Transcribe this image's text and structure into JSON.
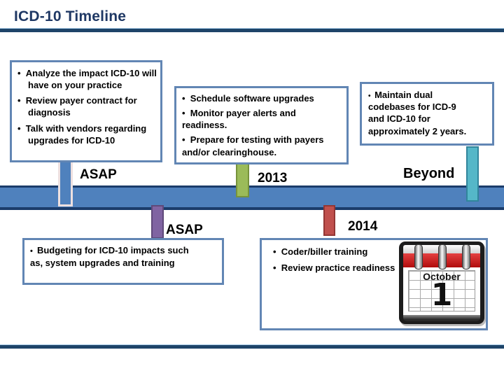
{
  "title": "ICD-10 Timeline",
  "boxes": {
    "asap_top": {
      "items": [
        "Analyze the impact ICD-10 will have on your practice",
        "Review payer contract for diagnosis",
        "Talk with vendors regarding upgrades for ICD-10"
      ]
    },
    "y2013": {
      "items": [
        "Schedule software upgrades",
        "Monitor payer alerts and readiness.",
        "Prepare for testing with payers and/or clearinghouse."
      ]
    },
    "beyond": {
      "items": [
        "Maintain dual codebases for ICD-9 and ICD-10 for approximately 2 years."
      ]
    },
    "asap_bottom": {
      "items": [
        "Budgeting for ICD-10 impacts such as, system upgrades and training"
      ]
    },
    "y2014": {
      "items": [
        "Coder/biller training",
        "Review practice readiness"
      ]
    }
  },
  "timeline": {
    "labels": {
      "asap_top": "ASAP",
      "y2013": "2013",
      "beyond": "Beyond",
      "asap_bottom": "ASAP",
      "y2014": "2014"
    }
  },
  "calendar": {
    "month": "October",
    "day": "1"
  },
  "colors": {
    "title_text": "#1F3864",
    "divider": "#1E4469",
    "timeline_bar": "#4F81BD",
    "timeline_bar_edge": "#1B3C6B",
    "box_border": "#6286B4",
    "connector_asap_top_fill": "#4F81BD",
    "connector_asap_top_border": "#EDE0E0",
    "connector_2013_fill": "#9BBB59",
    "connector_2013_border": "#77933C",
    "connector_beyond_fill": "#55B7C8",
    "connector_beyond_border": "#31859C",
    "connector_asap_bottom_fill": "#8064A2",
    "connector_asap_bottom_border": "#5F497A",
    "connector_2014_fill": "#C0504D",
    "connector_2014_border": "#943634",
    "calendar_header": "#C00000"
  }
}
